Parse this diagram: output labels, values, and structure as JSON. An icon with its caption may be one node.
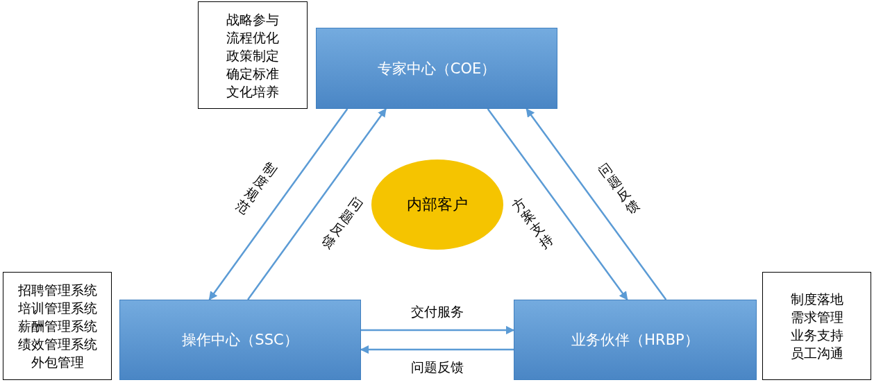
{
  "diagram": {
    "nodes": [
      {
        "text": [
          "专家中心（COE）"
        ]
      },
      {
        "text": [
          "战略参与",
          "流程优化",
          "政策制定",
          "确定标准",
          "文化培养"
        ]
      },
      {
        "text": [
          "内部客户"
        ]
      },
      {
        "text": [
          "操作中心（SSC）"
        ]
      },
      {
        "text": [
          "招聘管理系统",
          "培训管理系统",
          "薪酬管理系统",
          "绩效管理系统",
          "外包管理"
        ]
      },
      {
        "text": [
          "业务伙伴（HRBP）"
        ]
      },
      {
        "text": [
          "制度落地",
          "需求管理",
          "业务支持",
          "员工沟通"
        ]
      }
    ],
    "edges": [
      {
        "from": 0,
        "to": 3,
        "arrow": "to",
        "label": "制度规范"
      },
      {
        "from": 3,
        "to": 0,
        "arrow": "to",
        "label": "问题反馈"
      },
      {
        "from": 0,
        "to": 5,
        "arrow": "to",
        "label": "方案支持"
      },
      {
        "from": 5,
        "to": 0,
        "arrow": "to",
        "label": "问题反馈"
      },
      {
        "from": 3,
        "to": 5,
        "arrow": "to",
        "label": "交付服务"
      },
      {
        "from": 5,
        "to": 3,
        "arrow": "to",
        "label": "问题反馈"
      }
    ]
  }
}
